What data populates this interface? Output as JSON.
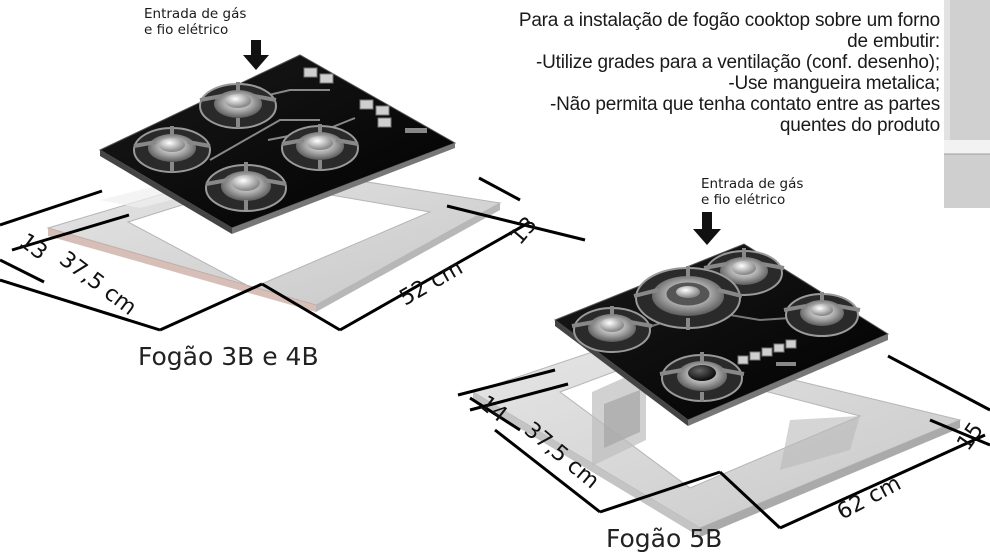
{
  "installation_note": {
    "lines": [
      "Para a instalação de fogão cooktop sobre um forno",
      "de embutir:",
      "-Utilize grades para a ventilação (conf. desenho);",
      "-Use mangueira metalica;",
      "-Não permita que tenha contato entre as partes",
      "quentes do produto"
    ]
  },
  "top_cooktop": {
    "gas_label_line1": "Entrada de gás",
    "gas_label_line2": "e fio elétrico",
    "dim_left": "13",
    "dim_depth": "37,5 cm",
    "dim_width": "52 cm",
    "dim_right": "13",
    "model_label": "Fogão 3B e 4B",
    "burners": 4
  },
  "bottom_cooktop": {
    "gas_label_line1": "Entrada de gás",
    "gas_label_line2": "e fio elétrico",
    "dim_left": "14",
    "dim_depth": "37,5 cm",
    "dim_width": "62 cm",
    "dim_right": "15",
    "model_label": "Fogão 5B",
    "burners": 5
  },
  "colors": {
    "glass": "#0b0b0b",
    "counter": "#d9d9d9",
    "counter_shadow": "#bdbdbd",
    "steel": "#c9c9c9",
    "dimension_line": "#000000"
  }
}
